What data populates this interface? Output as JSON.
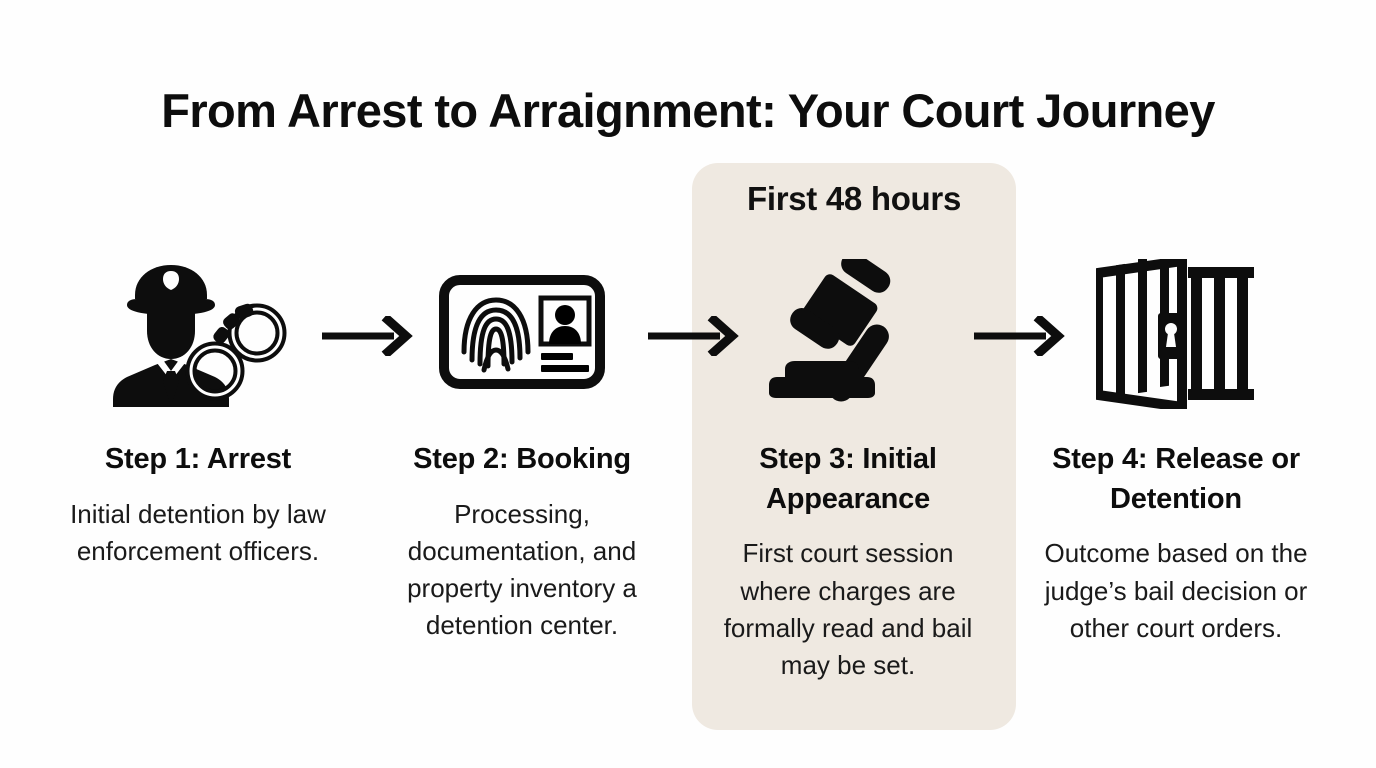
{
  "page": {
    "title": "From Arrest to Arraignment: Your Court Journey",
    "background_color": "#fefefe",
    "text_color": "#111111"
  },
  "highlight": {
    "badge_label": "First 48 hours",
    "panel_color": "#EFE9E1",
    "applies_to_step": 3
  },
  "steps": [
    {
      "icon": "police-officer-handcuffs-icon",
      "title": "Step 1: Arrest",
      "description": "Initial detention by law enforcement officers."
    },
    {
      "icon": "id-card-fingerprint-icon",
      "title": "Step 2: Booking",
      "description": "Processing, documentation, and property inventory a detention center."
    },
    {
      "icon": "gavel-icon",
      "title": "Step 3: Initial Appearance",
      "description": "First court session where charges are formally read and bail may be set."
    },
    {
      "icon": "jail-door-icon",
      "title": "Step 4: Release or Detention",
      "description": "Outcome based on the judge’s bail decision or other court orders."
    }
  ],
  "connectors": [
    {
      "icon": "arrow-right-icon",
      "from": "Step 1: Arrest",
      "to": "Step 2: Booking"
    },
    {
      "icon": "arrow-right-icon",
      "from": "Step 2: Booking",
      "to": "Step 3: Initial Appearance"
    },
    {
      "icon": "arrow-right-icon",
      "from": "Step 3: Initial Appearance",
      "to": "Step 4: Release or Detention"
    }
  ]
}
